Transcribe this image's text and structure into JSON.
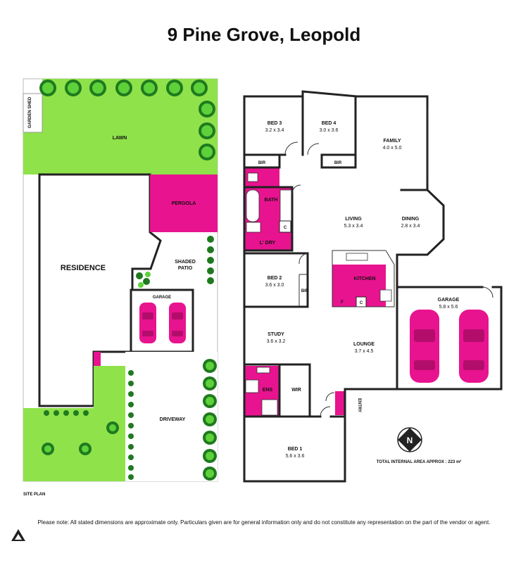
{
  "title": "9 Pine Grove, Leopold",
  "site_plan": {
    "label": "SITE PLAN",
    "garden_shed": "GARDEN SHED",
    "lawn": "LAWN",
    "residence": "RESIDENCE",
    "pergola": "PERGOLA",
    "shaded_patio_line1": "SHADED",
    "shaded_patio_line2": "PATIO",
    "garage": "GARAGE",
    "driveway": "DRIVEWAY"
  },
  "rooms": {
    "bed3": {
      "name": "BED 3",
      "dims": "3.2 x 3.4"
    },
    "bed4": {
      "name": "BED 4",
      "dims": "3.0 x 3.6"
    },
    "family": {
      "name": "FAMILY",
      "dims": "4.0 x 5.0"
    },
    "bir1": "BIR",
    "bir2": "BIR",
    "bir3": "BIR",
    "bath": "BATH",
    "c1": "C",
    "c2": "C",
    "ldry": "L' DRY",
    "living": {
      "name": "LIVING",
      "dims": "5.3 x 3.4"
    },
    "dining": {
      "name": "DINING",
      "dims": "2.8 x 3.4"
    },
    "bed2": {
      "name": "BED 2",
      "dims": "3.6 x 3.0"
    },
    "kitchen": "KITCHEN",
    "f": "F",
    "garage": {
      "name": "GARAGE",
      "dims": "5.8 x 5.6"
    },
    "study": {
      "name": "STUDY",
      "dims": "3.6 x 3.2"
    },
    "lounge": {
      "name": "LOUNGE",
      "dims": "3.7 x 4.5"
    },
    "ens": "ENS",
    "wir": "WIR",
    "entry": "ENTRY",
    "bed1": {
      "name": "BED 1",
      "dims": "5.6 x 3.6"
    }
  },
  "compass": "N",
  "total_area": "TOTAL INTERNAL AREA APPROX : 223 m²",
  "disclaimer": "Please note: All stated dimensions are approximate only. Particulars given are for general information only and do not constitute any representation on the part of the vendor or agent.",
  "colors": {
    "accent_pink": "#e8138f",
    "lawn_green": "#8fe24a",
    "tree_dark": "#1f7a1f",
    "tree_light": "#5ed13a"
  },
  "icons": [
    "compass-north-icon",
    "car-icon",
    "tree-icon",
    "logo-triangle-icon"
  ]
}
